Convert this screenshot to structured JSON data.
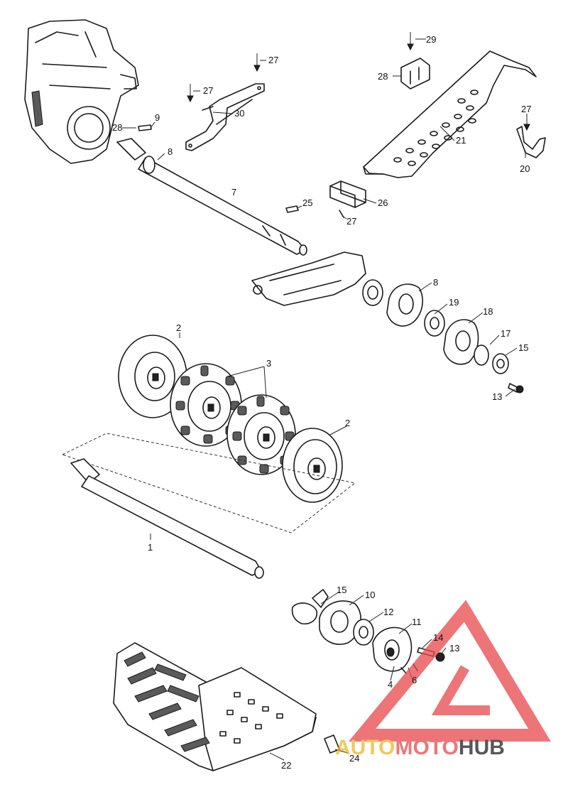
{
  "callouts": {
    "c1": "1",
    "c2a": "2",
    "c2b": "2",
    "c3": "3",
    "c4": "4",
    "c6": "6",
    "c7": "7",
    "c8a": "8",
    "c8b": "8",
    "c9": "9",
    "c10": "10",
    "c11": "11",
    "c12": "12",
    "c13a": "13",
    "c13b": "13",
    "c14": "14",
    "c15a": "15",
    "c15b": "15",
    "c17": "17",
    "c18": "18",
    "c19": "19",
    "c20": "20",
    "c21": "21",
    "c22": "22",
    "c24": "24",
    "c25": "25",
    "c26": "26",
    "c27a": "27",
    "c27b": "27",
    "c27c": "27",
    "c27d": "27",
    "c28a": "28",
    "c28b": "28",
    "c29": "29",
    "c30": "30"
  },
  "watermark": {
    "part1": "AUTO",
    "part2": "MOTO",
    "part3": "HUB",
    "color_auto": "#f0b429",
    "color_moto": "#e8484a",
    "color_hub": "#1f1f1f",
    "triangle_color": "#e8484a"
  }
}
